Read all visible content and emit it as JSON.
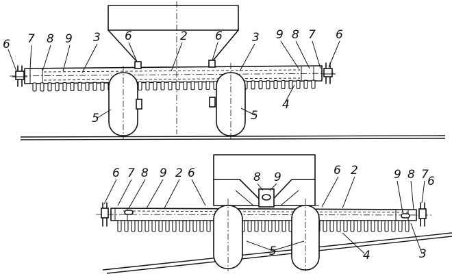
{
  "labels": {
    "top": [
      "6",
      "7",
      "8",
      "9",
      "3",
      "6",
      "2",
      "6",
      "3",
      "9",
      "8",
      "7",
      "6",
      "5",
      "5",
      "4"
    ],
    "bottom": [
      "6",
      "7",
      "8",
      "9",
      "2",
      "6",
      "8",
      "9",
      "6",
      "2",
      "9",
      "8",
      "7",
      "6",
      "5",
      "4",
      "3"
    ]
  }
}
